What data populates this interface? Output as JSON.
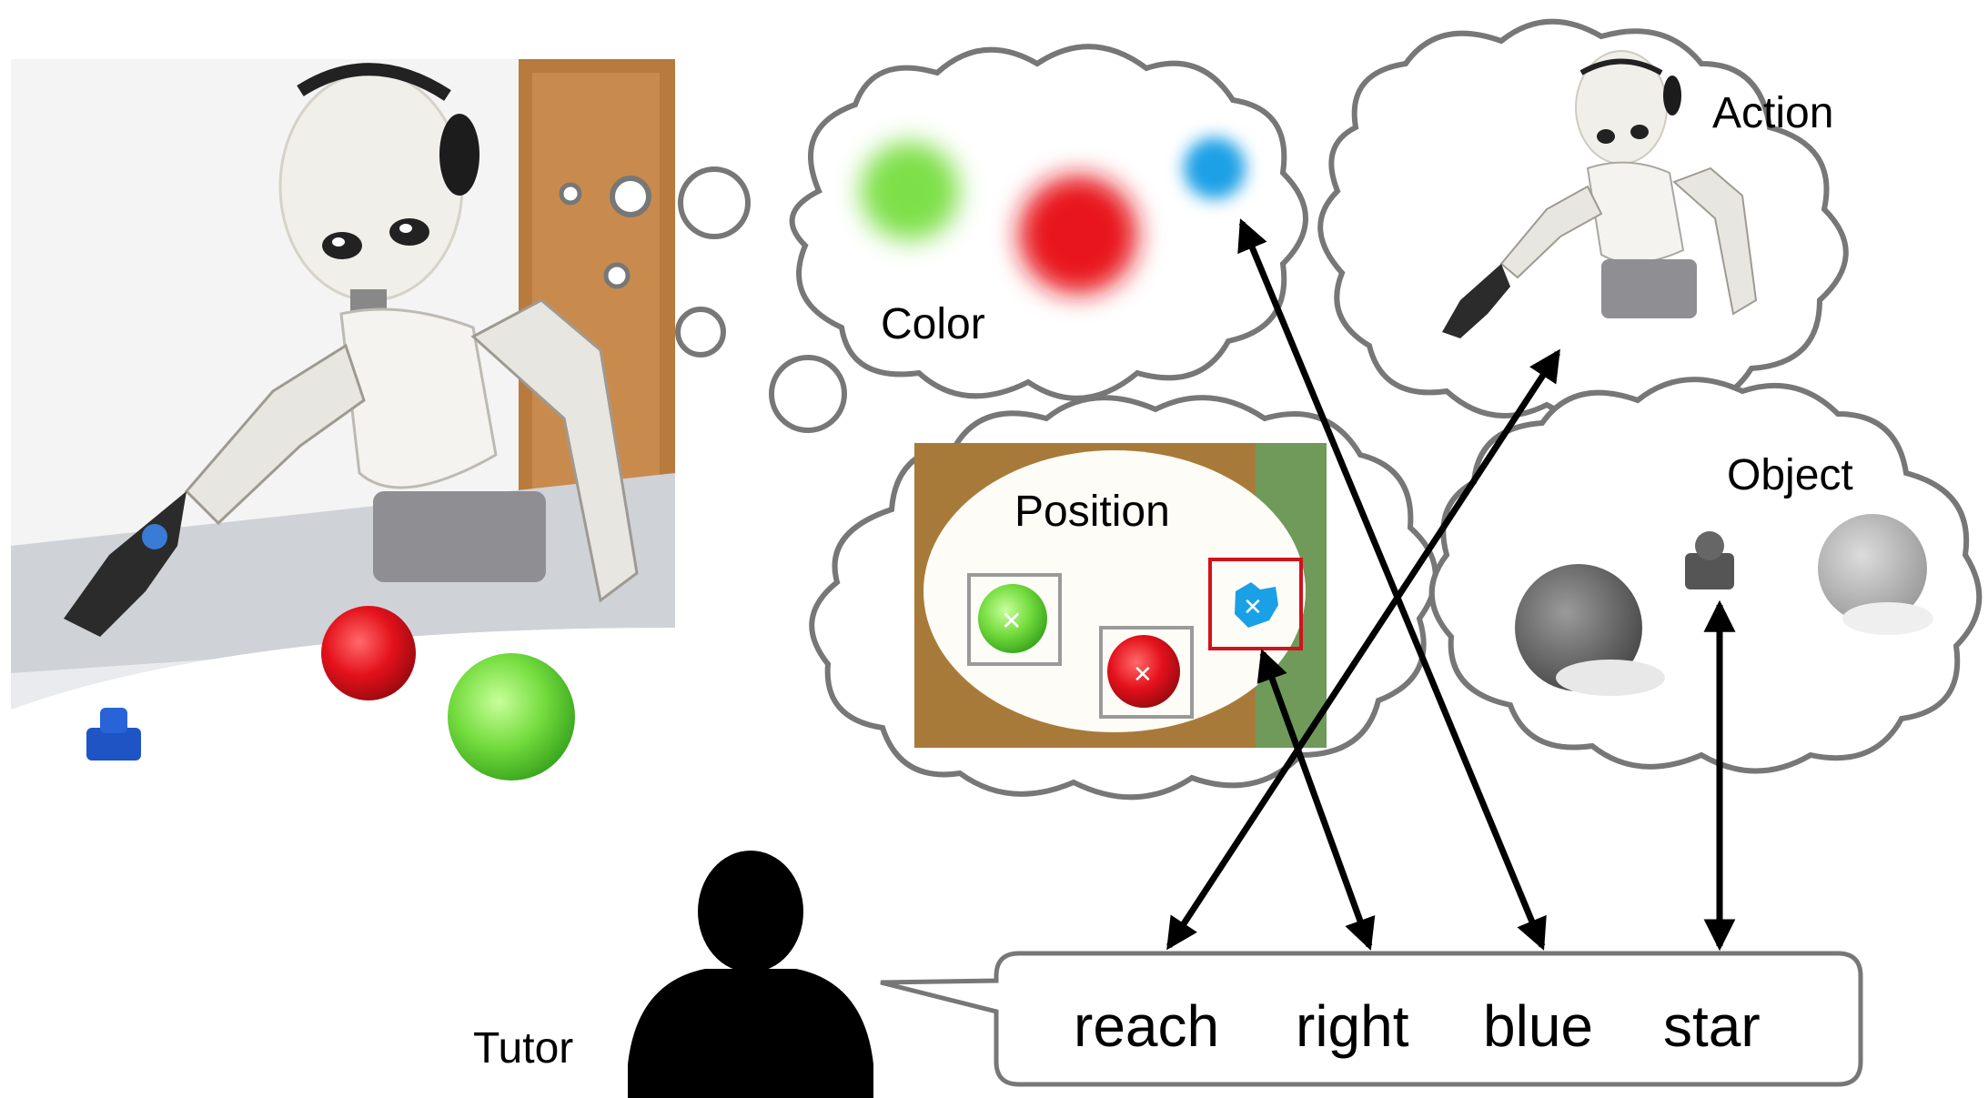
{
  "clouds": {
    "color": {
      "label": "Color"
    },
    "action": {
      "label": "Action"
    },
    "position": {
      "label": "Position"
    },
    "object": {
      "label": "Object"
    }
  },
  "tutor": {
    "label": "Tutor"
  },
  "utterance": {
    "words": [
      "reach",
      "right",
      "blue",
      "star"
    ]
  },
  "colors": {
    "green": "#7ee04a",
    "red": "#e8141e",
    "blue": "#1aa0e6",
    "outline": "#777777",
    "arrow": "#000000",
    "highlight": "#d0131b"
  }
}
